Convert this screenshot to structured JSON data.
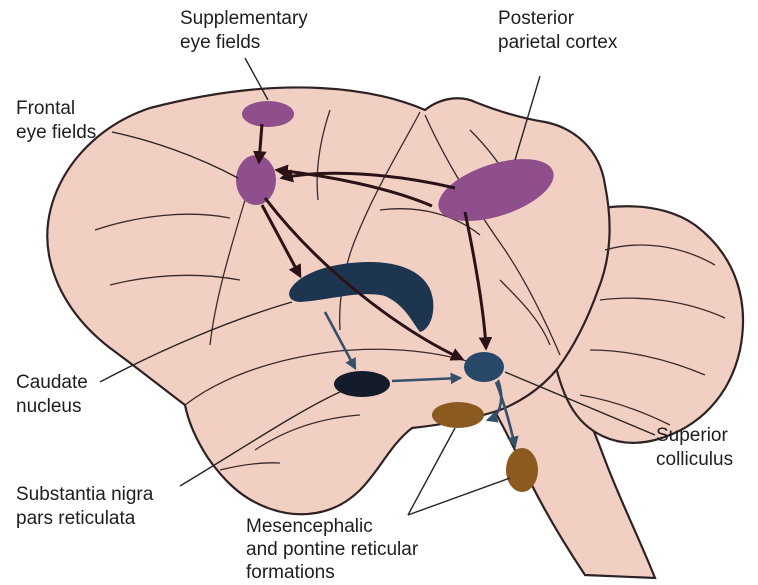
{
  "labels": {
    "supplementary_eye_fields": [
      "Supplementary",
      "eye fields"
    ],
    "posterior_parietal_cortex": [
      "Posterior",
      "parietal cortex"
    ],
    "frontal_eye_fields": [
      "Frontal",
      "eye fields"
    ],
    "caudate_nucleus": [
      "Caudate",
      "nucleus"
    ],
    "superior_colliculus": [
      "Superior",
      "colliculus"
    ],
    "substantia_nigra": [
      "Substantia nigra",
      "pars reticulata"
    ],
    "reticular_formations": [
      "Mesencephalic",
      "and pontine reticular",
      "formations"
    ]
  },
  "colors": {
    "brain_fill": "#f2cfc3",
    "outline": "#2e2224",
    "cortical_area": "#8e4f8c",
    "subcortical_nucleus": "#1e3550",
    "colliculus": "#28486a",
    "nigra": "#141c2c",
    "reticular_formation": "#8a5a1e",
    "pathway_dark": "#2b1216",
    "pathway_blue": "#34506a"
  }
}
